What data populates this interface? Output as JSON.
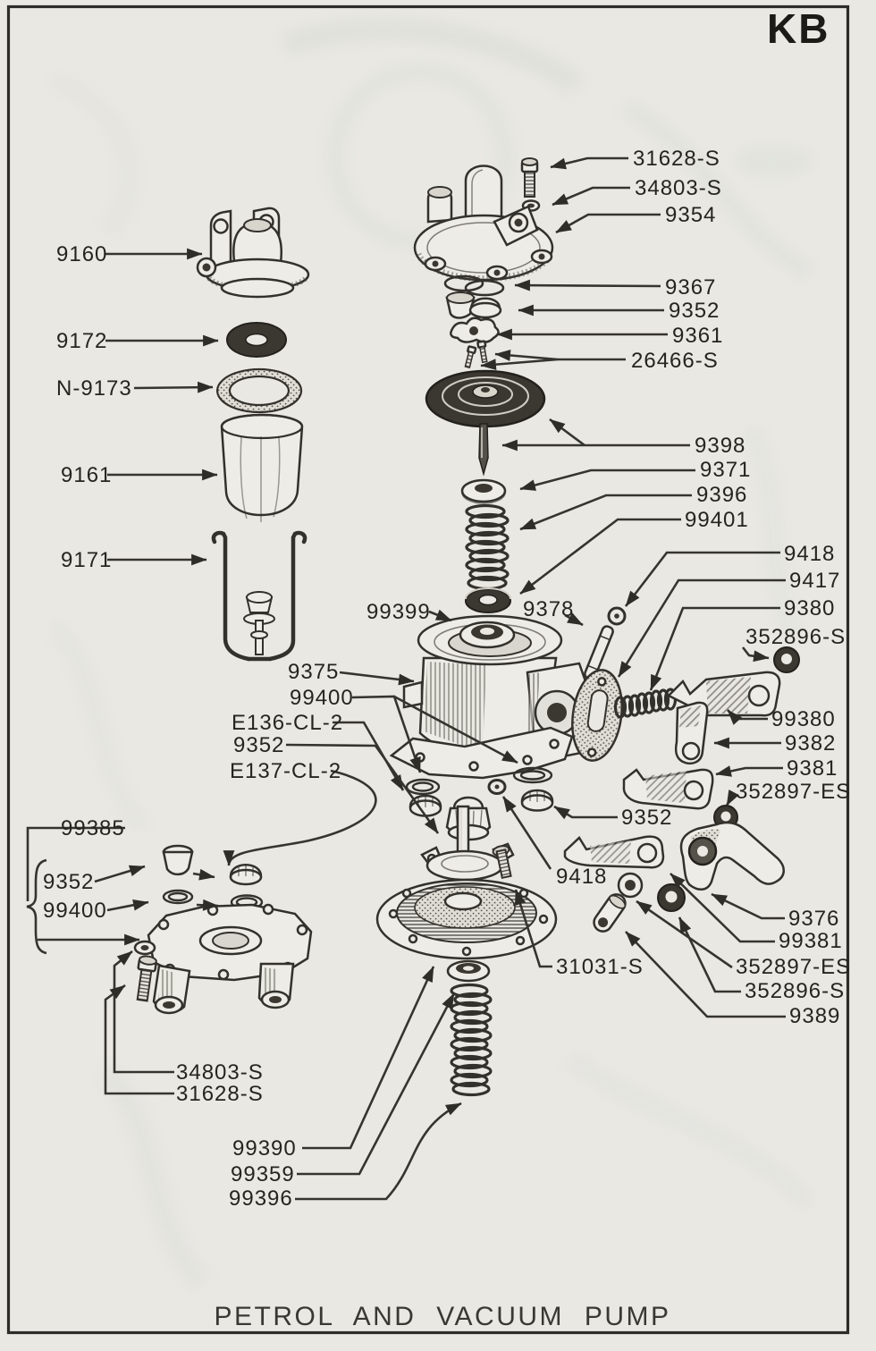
{
  "page": {
    "plate_code": "KB",
    "caption": "PETROL AND VACUUM PUMP"
  },
  "callouts": {
    "c9160": "9160",
    "c9172": "9172",
    "cN9173": "N-9173",
    "c9161": "9161",
    "c9171": "9171",
    "c31628s_top": "31628-S",
    "c34803s_top": "34803-S",
    "c9354": "9354",
    "c9367": "9367",
    "c9352_top": "9352",
    "c9361": "9361",
    "c26466s": "26466-S",
    "c9398": "9398",
    "c9371": "9371",
    "c9396": "9396",
    "c99401": "99401",
    "c99399": "99399",
    "c9378": "9378",
    "c9375": "9375",
    "c99400_mid": "99400",
    "cE136": "E136-CL-2",
    "c9352_mid": "9352",
    "cE137": "E137-CL-2",
    "c9418_top": "9418",
    "c9417": "9417",
    "c9380": "9380",
    "c352896s_top": "352896-S",
    "c99380": "99380",
    "c9382": "9382",
    "c9381": "9381",
    "c352897es_top": "352897-ES",
    "c9352_right": "9352",
    "c9418_low": "9418",
    "c31031s": "31031-S",
    "c9376": "9376",
    "c99381": "99381",
    "c352897es_low": "352897-ES",
    "c352896s_low": "352896-S",
    "c9389": "9389",
    "c99385": "99385",
    "c9352_left": "9352",
    "c99400_left": "99400",
    "c34803s_low": "34803-S",
    "c31628s_low": "31628-S",
    "c99390": "99390",
    "c99359": "99359",
    "c99396": "99396"
  }
}
